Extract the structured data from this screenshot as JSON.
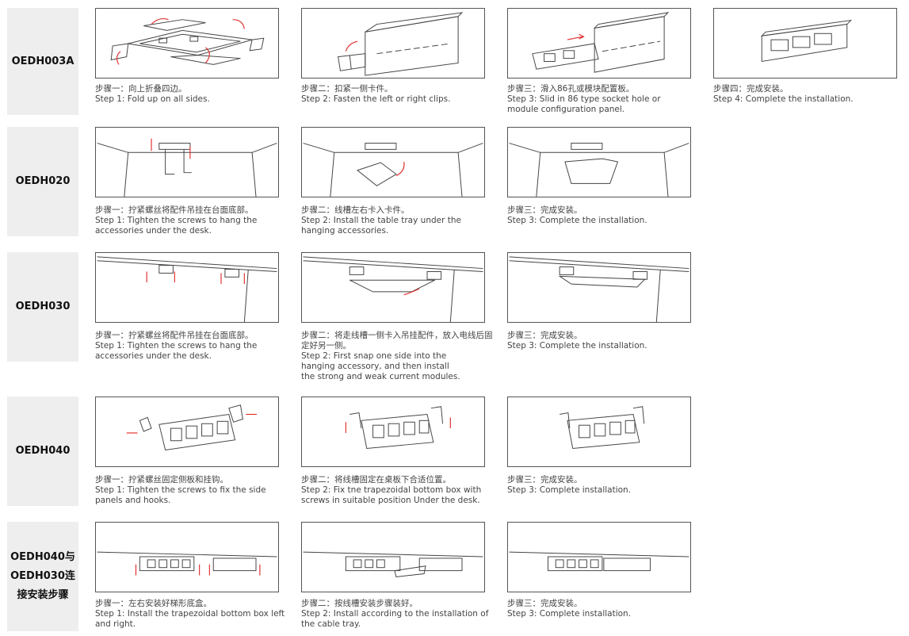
{
  "rows": [
    {
      "label": "OEDH003A",
      "steps": [
        {
          "cn": "步骤一：向上折叠四边。",
          "en": "Step 1: Fold up on all sides."
        },
        {
          "cn": "步骤二：扣紧一侧卡件。",
          "en": "Step 2: Fasten the left or right clips."
        },
        {
          "cn": "步骤三：滑入86孔或模块配置板。",
          "en": "Step 3: Slid in 86 type socket hole or\nmodule configuration panel."
        },
        {
          "cn": "步骤四：完成安装。",
          "en": "Step 4: Complete the installation."
        }
      ]
    },
    {
      "label": "OEDH020",
      "steps": [
        {
          "cn": "步骤一：拧紧螺丝将配件吊挂在台面底部。",
          "en": "Step 1: Tighten the screws to hang the\naccessories under the desk."
        },
        {
          "cn": "步骤二：线槽左右卡入卡件。",
          "en": "Step 2: Install the table tray under the\nhanging accessories."
        },
        {
          "cn": "步骤三：完成安装。",
          "en": "Step 3: Complete the installation."
        }
      ]
    },
    {
      "label": "OEDH030",
      "steps": [
        {
          "cn": "步骤一：拧紧螺丝将配件吊挂在台面底部。",
          "en": "Step 1: Tighten the screws to hang the\naccessories under the desk."
        },
        {
          "cn": "步骤二：将走线槽一侧卡入吊挂配件，放入电线后固定好另一侧。",
          "en": "Step 2: First snap one side into the\nhanging accessory, and then install\nthe strong and weak current modules."
        },
        {
          "cn": "步骤三：完成安装。",
          "en": "Step 3: Complete the installation."
        }
      ]
    },
    {
      "label": "OEDH040",
      "steps": [
        {
          "cn": "步骤一：拧紧螺丝固定侧板和挂钩。",
          "en": "Step 1: Tighten the screws to fix the side\npanels and hooks."
        },
        {
          "cn": "步骤二：将线槽固定在桌板下合适位置。",
          "en": "Step 2: Fix tne trapezoidal bottom box with\nscrews in suitable position Under the desk."
        },
        {
          "cn": "步骤三：完成安装。",
          "en": "Step 3: Complete installation."
        }
      ]
    },
    {
      "label": "OEDH040与\nOEDH030连\n接安装步骤",
      "steps": [
        {
          "cn": "步骤一：左右安装好梯形底盒。",
          "en": "Step 1: Install the trapezoidal bottom box left\nand right."
        },
        {
          "cn": "步骤二：按线槽安装步骤装好。",
          "en": "Step 2: Install according to the installation of\nthe cable tray."
        },
        {
          "cn": "步骤三：完成安装。",
          "en": "Step 3: Complete installation."
        }
      ]
    }
  ]
}
